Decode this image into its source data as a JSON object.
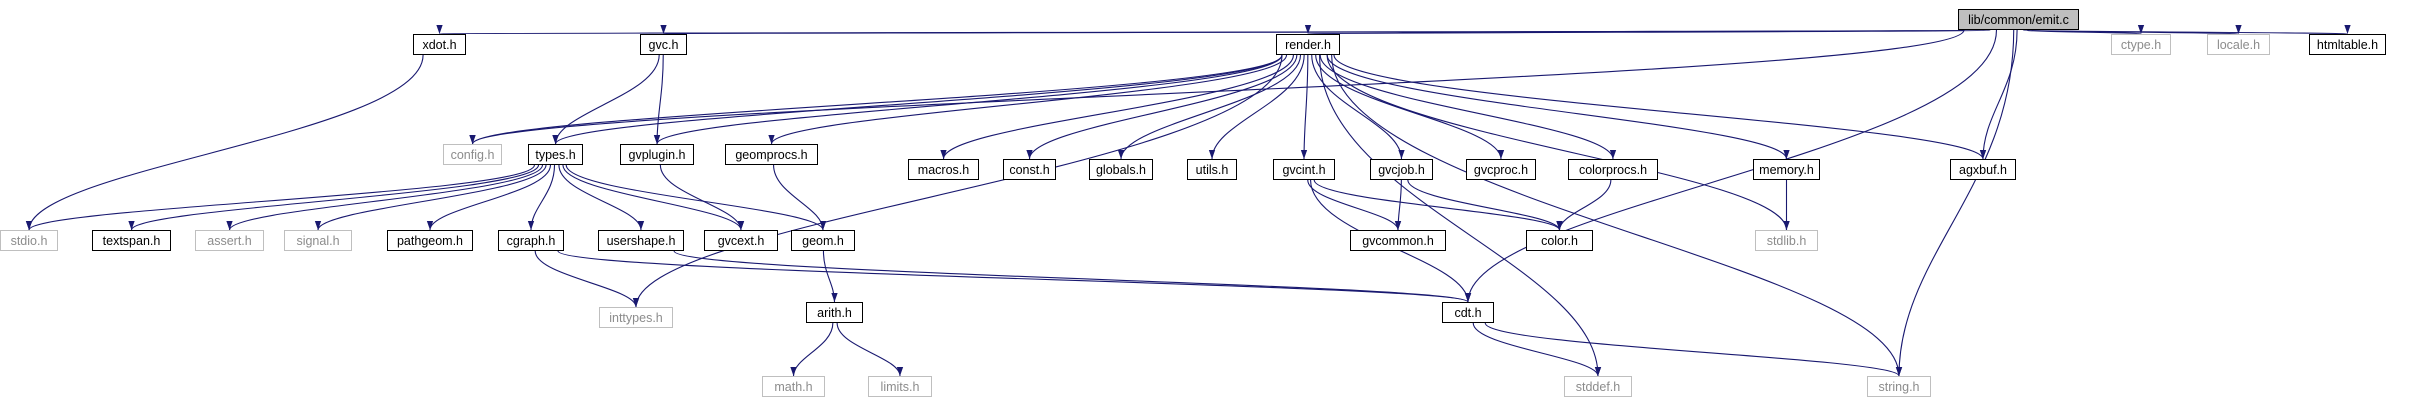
{
  "diagram": {
    "colors": {
      "edge": "#191970",
      "root_fill": "#bfbfbf",
      "system_border": "#bfbfbf",
      "system_text": "#8c8c8c"
    },
    "nodes": [
      {
        "id": "emit",
        "label": "lib/common/emit.c",
        "kind": "root"
      },
      {
        "id": "xdot",
        "label": "xdot.h",
        "kind": "local"
      },
      {
        "id": "gvc",
        "label": "gvc.h",
        "kind": "local"
      },
      {
        "id": "render",
        "label": "render.h",
        "kind": "local"
      },
      {
        "id": "ctype",
        "label": "ctype.h",
        "kind": "system"
      },
      {
        "id": "locale",
        "label": "locale.h",
        "kind": "system"
      },
      {
        "id": "htmltable",
        "label": "htmltable.h",
        "kind": "local"
      },
      {
        "id": "config",
        "label": "config.h",
        "kind": "system"
      },
      {
        "id": "types",
        "label": "types.h",
        "kind": "local"
      },
      {
        "id": "gvplugin",
        "label": "gvplugin.h",
        "kind": "local"
      },
      {
        "id": "geomprocs",
        "label": "geomprocs.h",
        "kind": "local"
      },
      {
        "id": "macros",
        "label": "macros.h",
        "kind": "local"
      },
      {
        "id": "const",
        "label": "const.h",
        "kind": "local"
      },
      {
        "id": "globals",
        "label": "globals.h",
        "kind": "local"
      },
      {
        "id": "utils",
        "label": "utils.h",
        "kind": "local"
      },
      {
        "id": "gvcint",
        "label": "gvcint.h",
        "kind": "local"
      },
      {
        "id": "gvcjob",
        "label": "gvcjob.h",
        "kind": "local"
      },
      {
        "id": "gvcproc",
        "label": "gvcproc.h",
        "kind": "local"
      },
      {
        "id": "colorprocs",
        "label": "colorprocs.h",
        "kind": "local"
      },
      {
        "id": "memory",
        "label": "memory.h",
        "kind": "local"
      },
      {
        "id": "agxbuf",
        "label": "agxbuf.h",
        "kind": "local"
      },
      {
        "id": "stdio",
        "label": "stdio.h",
        "kind": "system"
      },
      {
        "id": "textspan",
        "label": "textspan.h",
        "kind": "local"
      },
      {
        "id": "assert",
        "label": "assert.h",
        "kind": "system"
      },
      {
        "id": "signal",
        "label": "signal.h",
        "kind": "system"
      },
      {
        "id": "pathgeom",
        "label": "pathgeom.h",
        "kind": "local"
      },
      {
        "id": "cgraph",
        "label": "cgraph.h",
        "kind": "local"
      },
      {
        "id": "usershape",
        "label": "usershape.h",
        "kind": "local"
      },
      {
        "id": "gvcext",
        "label": "gvcext.h",
        "kind": "local"
      },
      {
        "id": "geom",
        "label": "geom.h",
        "kind": "local"
      },
      {
        "id": "gvcommon",
        "label": "gvcommon.h",
        "kind": "local"
      },
      {
        "id": "color",
        "label": "color.h",
        "kind": "local"
      },
      {
        "id": "stdlib",
        "label": "stdlib.h",
        "kind": "system"
      },
      {
        "id": "inttypes",
        "label": "inttypes.h",
        "kind": "system"
      },
      {
        "id": "arith",
        "label": "arith.h",
        "kind": "local"
      },
      {
        "id": "cdt",
        "label": "cdt.h",
        "kind": "local"
      },
      {
        "id": "math",
        "label": "math.h",
        "kind": "system"
      },
      {
        "id": "limits",
        "label": "limits.h",
        "kind": "system"
      },
      {
        "id": "stddef",
        "label": "stddef.h",
        "kind": "system"
      },
      {
        "id": "string",
        "label": "string.h",
        "kind": "system"
      }
    ],
    "edges": [
      [
        "emit",
        "xdot"
      ],
      [
        "emit",
        "gvc"
      ],
      [
        "emit",
        "render"
      ],
      [
        "emit",
        "config"
      ],
      [
        "emit",
        "ctype"
      ],
      [
        "emit",
        "locale"
      ],
      [
        "emit",
        "htmltable"
      ],
      [
        "emit",
        "agxbuf"
      ],
      [
        "emit",
        "cdt"
      ],
      [
        "emit",
        "string"
      ],
      [
        "xdot",
        "stdio"
      ],
      [
        "gvc",
        "types"
      ],
      [
        "gvc",
        "gvplugin"
      ],
      [
        "render",
        "config"
      ],
      [
        "render",
        "types"
      ],
      [
        "render",
        "gvplugin"
      ],
      [
        "render",
        "geomprocs"
      ],
      [
        "render",
        "macros"
      ],
      [
        "render",
        "const"
      ],
      [
        "render",
        "globals"
      ],
      [
        "render",
        "utils"
      ],
      [
        "render",
        "gvcint"
      ],
      [
        "render",
        "gvcjob"
      ],
      [
        "render",
        "gvcproc"
      ],
      [
        "render",
        "colorprocs"
      ],
      [
        "render",
        "memory"
      ],
      [
        "render",
        "agxbuf"
      ],
      [
        "render",
        "stdlib"
      ],
      [
        "render",
        "inttypes"
      ],
      [
        "render",
        "stddef"
      ],
      [
        "render",
        "string"
      ],
      [
        "types",
        "stdio"
      ],
      [
        "types",
        "textspan"
      ],
      [
        "types",
        "assert"
      ],
      [
        "types",
        "signal"
      ],
      [
        "types",
        "pathgeom"
      ],
      [
        "types",
        "cgraph"
      ],
      [
        "types",
        "usershape"
      ],
      [
        "types",
        "gvcext"
      ],
      [
        "types",
        "geom"
      ],
      [
        "gvplugin",
        "gvcext"
      ],
      [
        "geomprocs",
        "geom"
      ],
      [
        "gvcint",
        "gvcommon"
      ],
      [
        "gvcint",
        "color"
      ],
      [
        "gvcint",
        "cdt"
      ],
      [
        "gvcjob",
        "gvcommon"
      ],
      [
        "gvcjob",
        "color"
      ],
      [
        "colorprocs",
        "color"
      ],
      [
        "memory",
        "stdlib"
      ],
      [
        "cgraph",
        "inttypes"
      ],
      [
        "cgraph",
        "cdt"
      ],
      [
        "usershape",
        "cdt"
      ],
      [
        "geom",
        "arith"
      ],
      [
        "arith",
        "math"
      ],
      [
        "arith",
        "limits"
      ],
      [
        "cdt",
        "stddef"
      ],
      [
        "cdt",
        "string"
      ]
    ]
  }
}
